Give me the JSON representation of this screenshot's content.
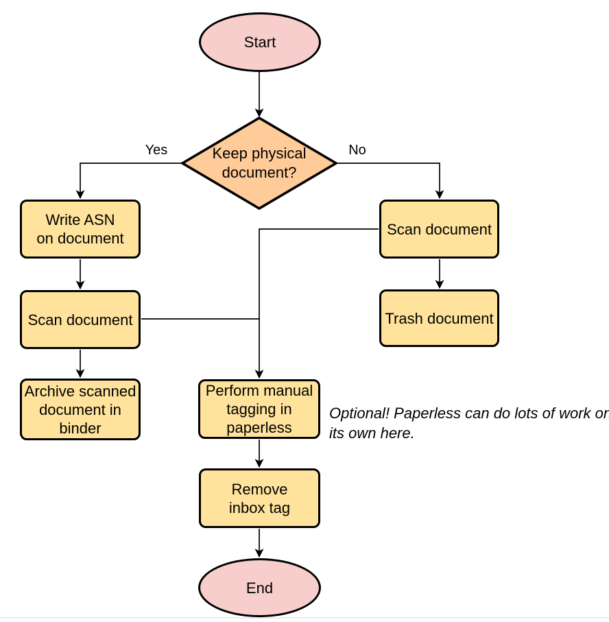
{
  "diagram": {
    "kind": "flowchart",
    "nodes": {
      "start": {
        "label": "Start",
        "lines": [
          "Start"
        ]
      },
      "decision": {
        "label": "Keep physical document?",
        "lines": [
          "Keep physical",
          "document?"
        ]
      },
      "write_asn": {
        "label": "Write ASN on document",
        "lines": [
          "Write ASN",
          "on document"
        ]
      },
      "scan_keep": {
        "label": "Scan document",
        "lines": [
          "Scan document"
        ]
      },
      "archive": {
        "label": "Archive scanned document in binder",
        "lines": [
          "Archive scanned",
          "document in",
          "binder"
        ]
      },
      "scan_trash": {
        "label": "Scan document",
        "lines": [
          "Scan document"
        ]
      },
      "trash": {
        "label": "Trash document",
        "lines": [
          "Trash document"
        ]
      },
      "tagging": {
        "label": "Perform manual tagging in paperless",
        "lines": [
          "Perform manual",
          "tagging in",
          "paperless"
        ]
      },
      "remove_inbox": {
        "label": "Remove inbox tag",
        "lines": [
          "Remove",
          "inbox tag"
        ]
      },
      "end": {
        "label": "End",
        "lines": [
          "End"
        ]
      }
    },
    "edge_labels": {
      "yes": "Yes",
      "no": "No"
    },
    "annotation": {
      "text": "Optional! Paperless can do lots of work on its own here.",
      "lines": [
        "Optional! Paperless can do lots of work on",
        "its own here."
      ]
    },
    "colors": {
      "terminator_fill": "#F8CECC",
      "decision_fill": "#FFCC99",
      "process_fill": "#FFE39C",
      "stroke": "#000000",
      "text": "#000000",
      "background": "#FFFFFF",
      "footer_divider": "#ECECEC"
    }
  }
}
